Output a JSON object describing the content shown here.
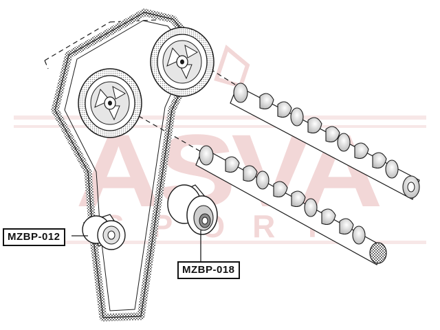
{
  "watermark": {
    "brand_main": "ASVA",
    "brand_sub": "SPORT",
    "color": "#e8b7b7"
  },
  "parts": [
    {
      "id": "left-idler",
      "label": "MZBP-012"
    },
    {
      "id": "center-idler",
      "label": "MZBP-018"
    }
  ],
  "colors": {
    "line": "#1a1a1a",
    "belt_teeth": "#7a7a7a",
    "shade": "#9a9a9a"
  }
}
